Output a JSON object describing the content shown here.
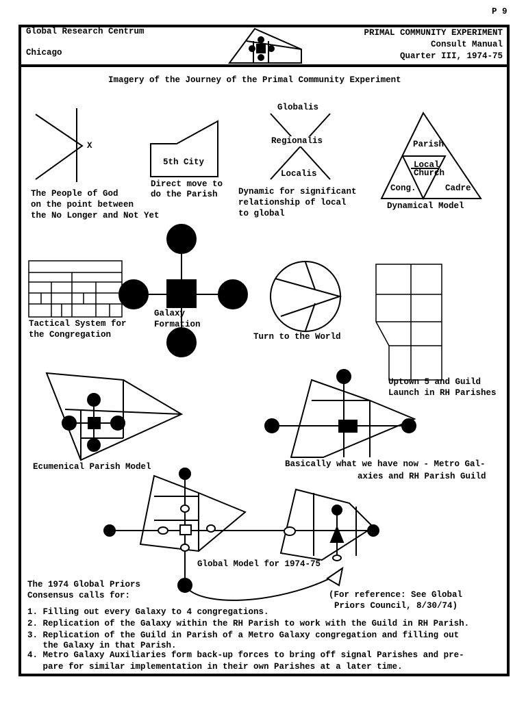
{
  "page_number": "P 9",
  "header": {
    "org": "Global Research Centrum",
    "city": "Chicago",
    "project": "PRIMAL COMMUNITY EXPERIMENT",
    "manual": "Consult Manual",
    "quarter": "Quarter III, 1974-75"
  },
  "title": "Imagery of the Journey of the Primal Community Experiment",
  "diagrams": {
    "people_of_god": {
      "mark": "X",
      "caption": [
        "The People of God",
        "on the point between",
        "the No Longer and Not Yet"
      ]
    },
    "fifth_city": {
      "label": "5th City",
      "caption": [
        "Direct move to",
        "do the Parish"
      ]
    },
    "dynamic": {
      "labels": [
        "Globalis",
        "Regionalis",
        "Localis"
      ],
      "caption": [
        "Dynamic for significant",
        "relationship of local",
        "to global"
      ]
    },
    "dynamical_model": {
      "labels": [
        "Parish",
        "Local",
        "Church",
        "Cong.",
        "Cadre"
      ],
      "caption": "Dynamical Model"
    },
    "tactical": {
      "caption": [
        "Tactical System for",
        "the Congregation"
      ]
    },
    "galaxy": {
      "caption": [
        "Galaxy",
        "Formation"
      ]
    },
    "turn": {
      "caption": "Turn to the World"
    },
    "uptown": {
      "caption": [
        "Uptown 5 and Guild",
        "Launch in RH Parishes"
      ]
    },
    "ecumenical": {
      "caption": "Ecumenical Parish Model"
    },
    "basically": {
      "caption": [
        "Basically what we have now - Metro Gal-",
        "axies and RH Parish Guild"
      ]
    },
    "global_model": {
      "caption": "Global Model for 1974-75"
    }
  },
  "consensus": {
    "intro": [
      "The 1974 Global Priors",
      "Consensus calls for:"
    ],
    "reference": [
      "(For reference: See Global",
      "Priors Council, 8/30/74)"
    ],
    "items": [
      "1. Filling out every Galaxy to 4 congregations.",
      "2. Replication of the Galaxy within the RH Parish to work with the Guild in RH Parish.",
      "3. Replication of the Guild in Parish of a Metro Galaxy congregation and filling out",
      "   the Galaxy in that Parish.",
      "4. Metro Galaxy Auxiliaries form back-up forces to bring off signal Parishes and pre-",
      "   pare for similar implementation in their own Parishes at a later time."
    ]
  }
}
